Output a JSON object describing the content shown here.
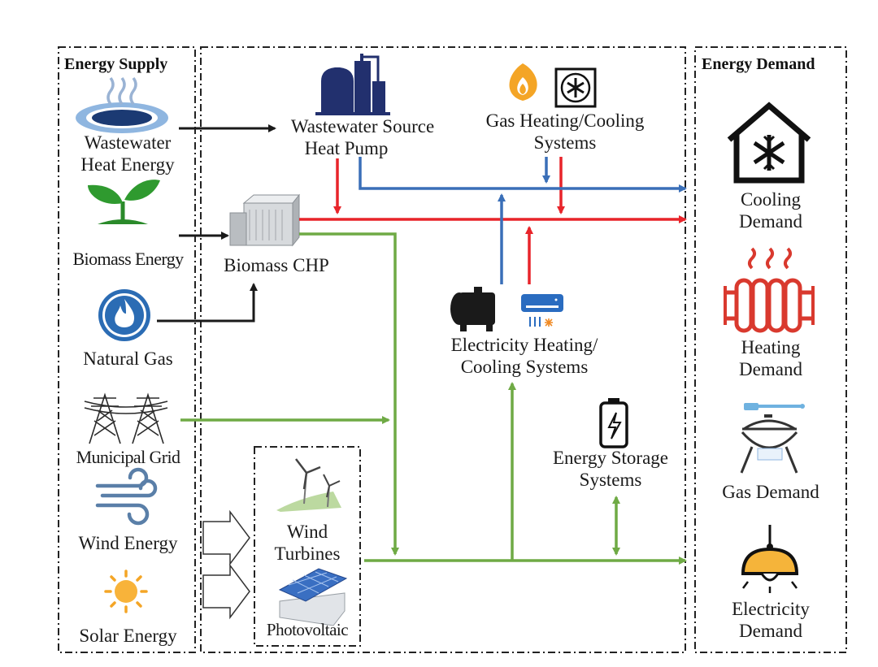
{
  "supply": {
    "title": "Energy Supply",
    "wastewater": [
      "Wastewater",
      "Heat Energy"
    ],
    "biomass": "Biomass Energy",
    "natural_gas": "Natural Gas",
    "grid": "Municipal Grid",
    "wind": "Wind Energy",
    "solar": "Solar Energy"
  },
  "conversion": {
    "wshp": [
      "Wastewater Source",
      "Heat Pump"
    ],
    "gas_hc": [
      "Gas Heating/Cooling",
      "Systems"
    ],
    "chp": "Biomass CHP",
    "elec_hc": [
      "Electricity Heating/",
      "Cooling Systems"
    ],
    "storage": [
      "Energy Storage",
      "Systems"
    ],
    "wind_turbines": [
      "Wind",
      "Turbines"
    ],
    "photovoltaic": "Photovoltaic"
  },
  "demand": {
    "title": "Energy Demand",
    "cooling": [
      "Cooling",
      "Demand"
    ],
    "heating": [
      "Heating",
      "Demand"
    ],
    "gas": "Gas Demand",
    "electricity": [
      "Electricity",
      "Demand"
    ]
  },
  "colors": {
    "heat": "#e8242a",
    "cooling": "#3a6fb8",
    "electricity": "#6faa45",
    "fuel": "#1a1a1a"
  }
}
